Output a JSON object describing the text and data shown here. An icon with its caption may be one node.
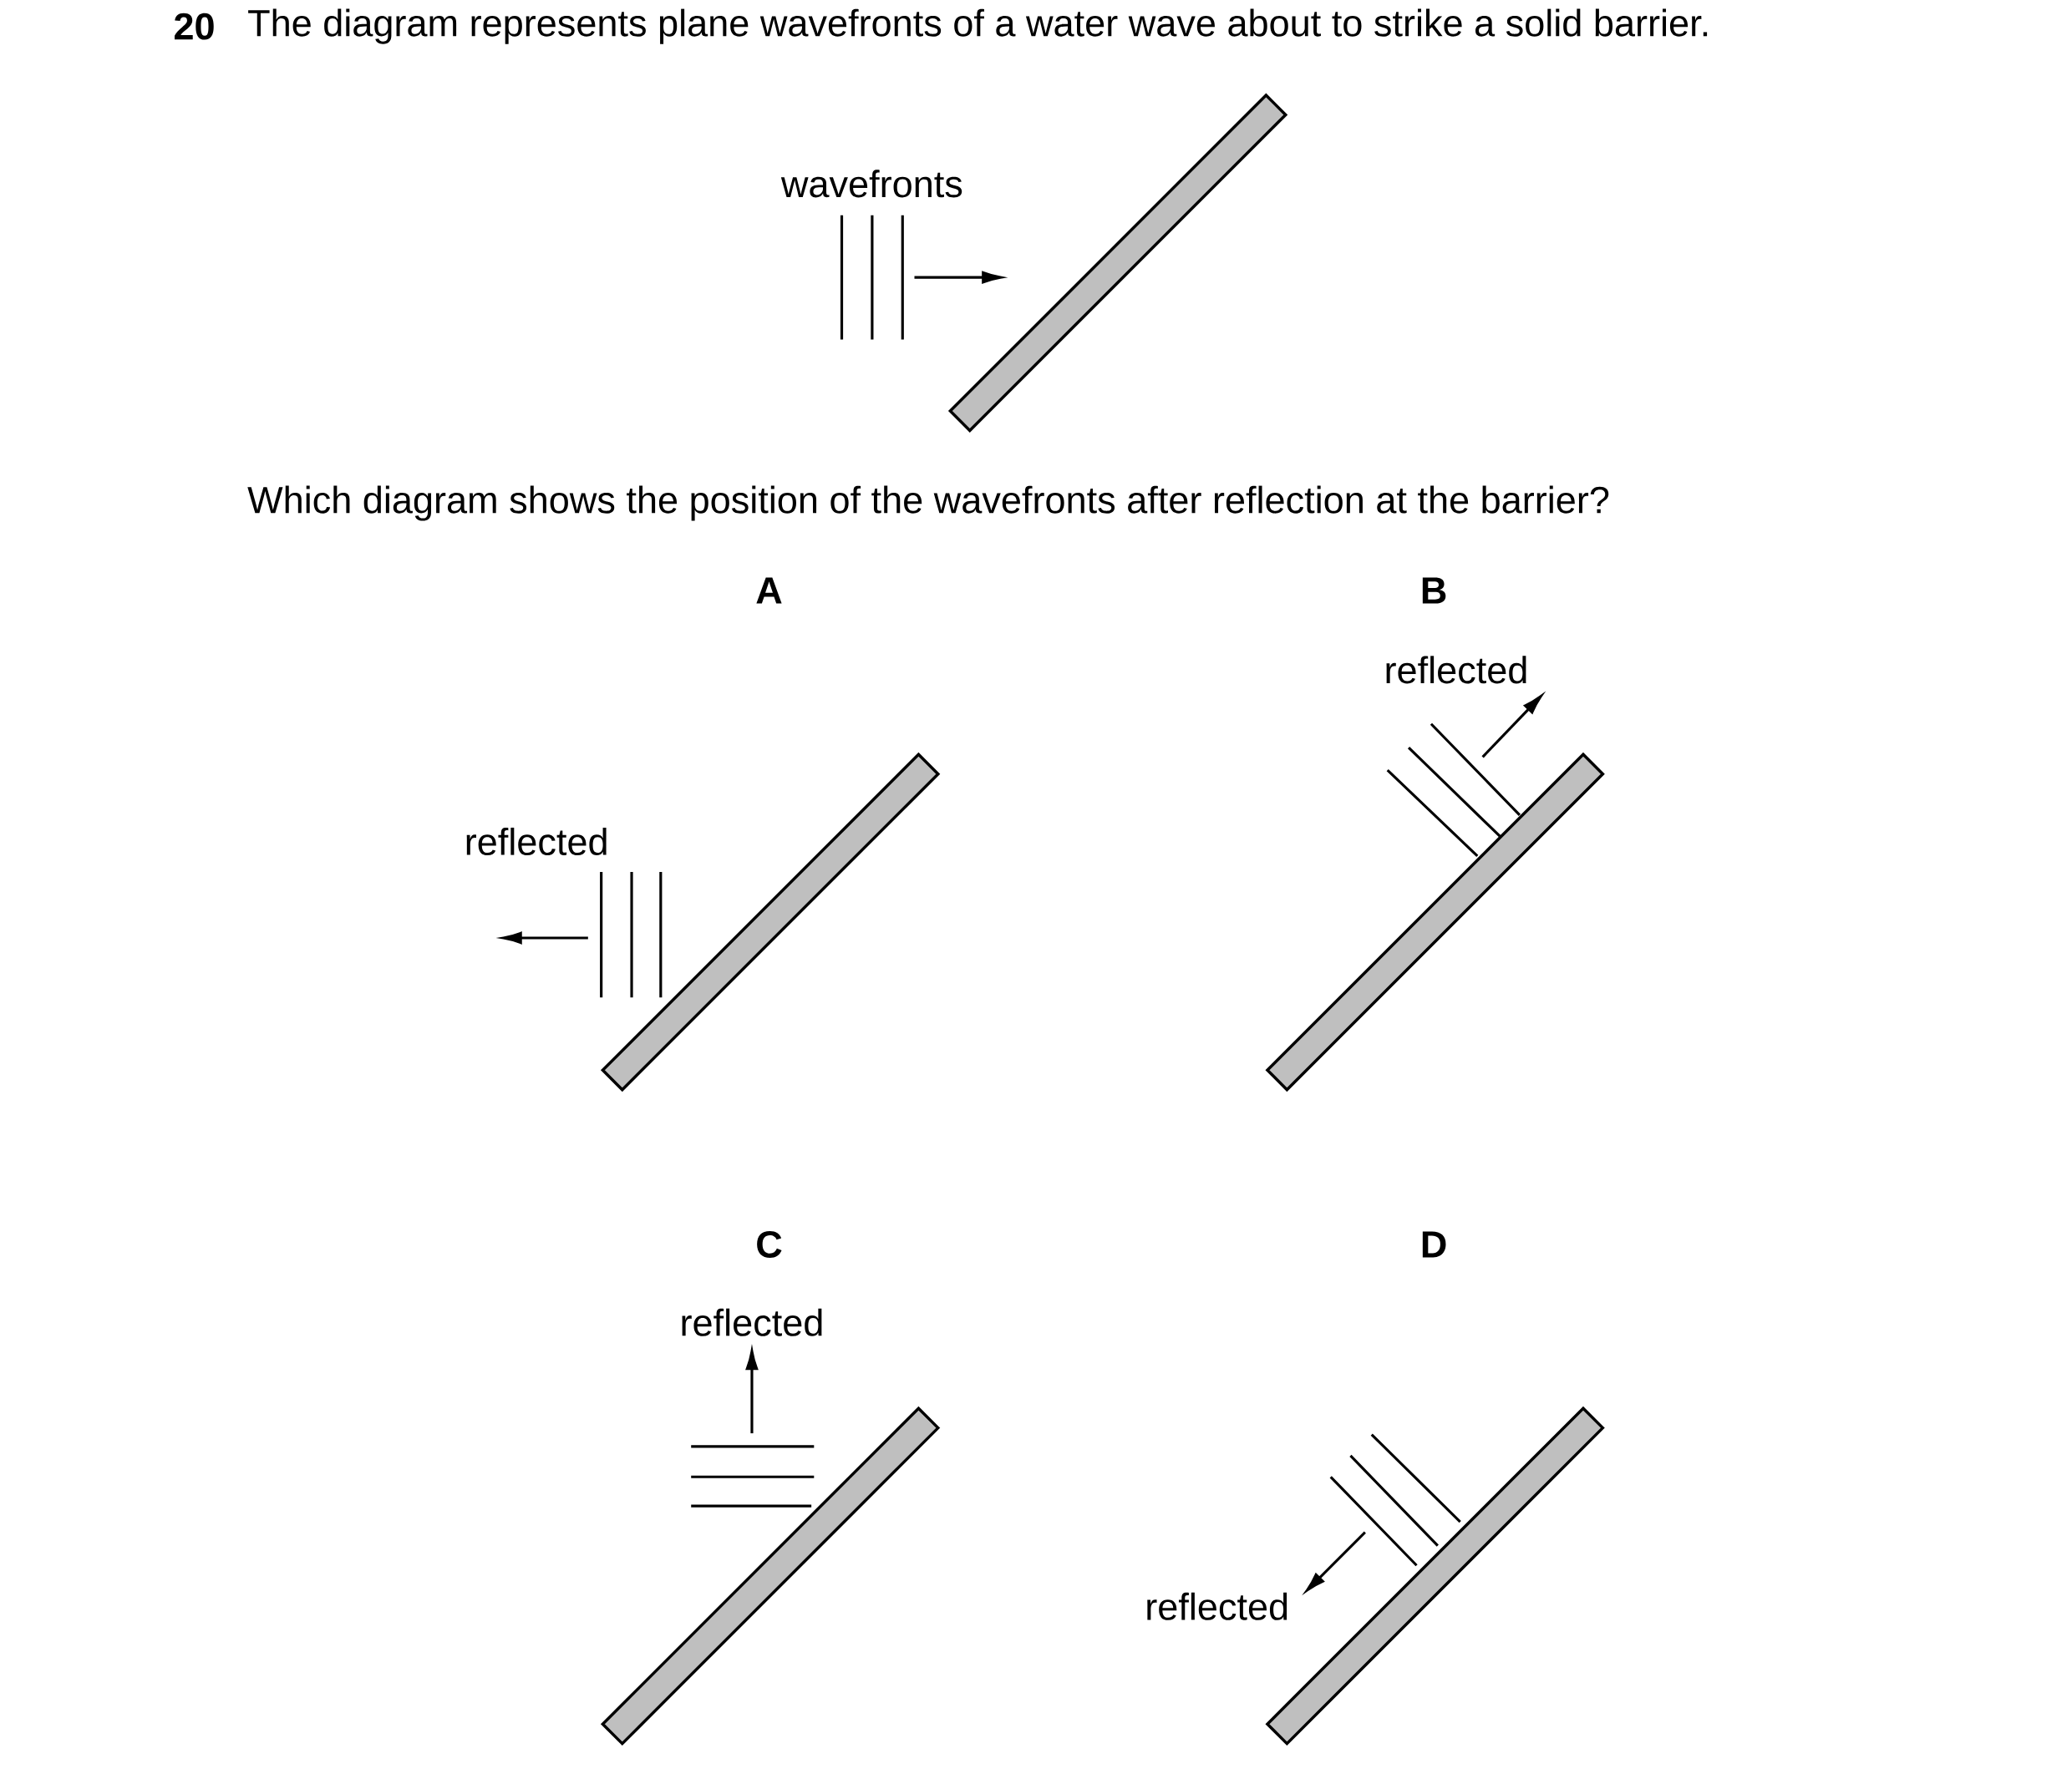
{
  "diagram": {
    "title": "The diagram represents plane wavefronts of a water wave about to strike a solid barrier.",
    "labels": [
      "20",
      "wavefronts",
      "Which diagram shows the position of the wavefronts after reflection at the barrier?",
      "A",
      "B",
      "reflected",
      "reflected",
      "C",
      "D",
      "reflected",
      "reflected"
    ]
  }
}
